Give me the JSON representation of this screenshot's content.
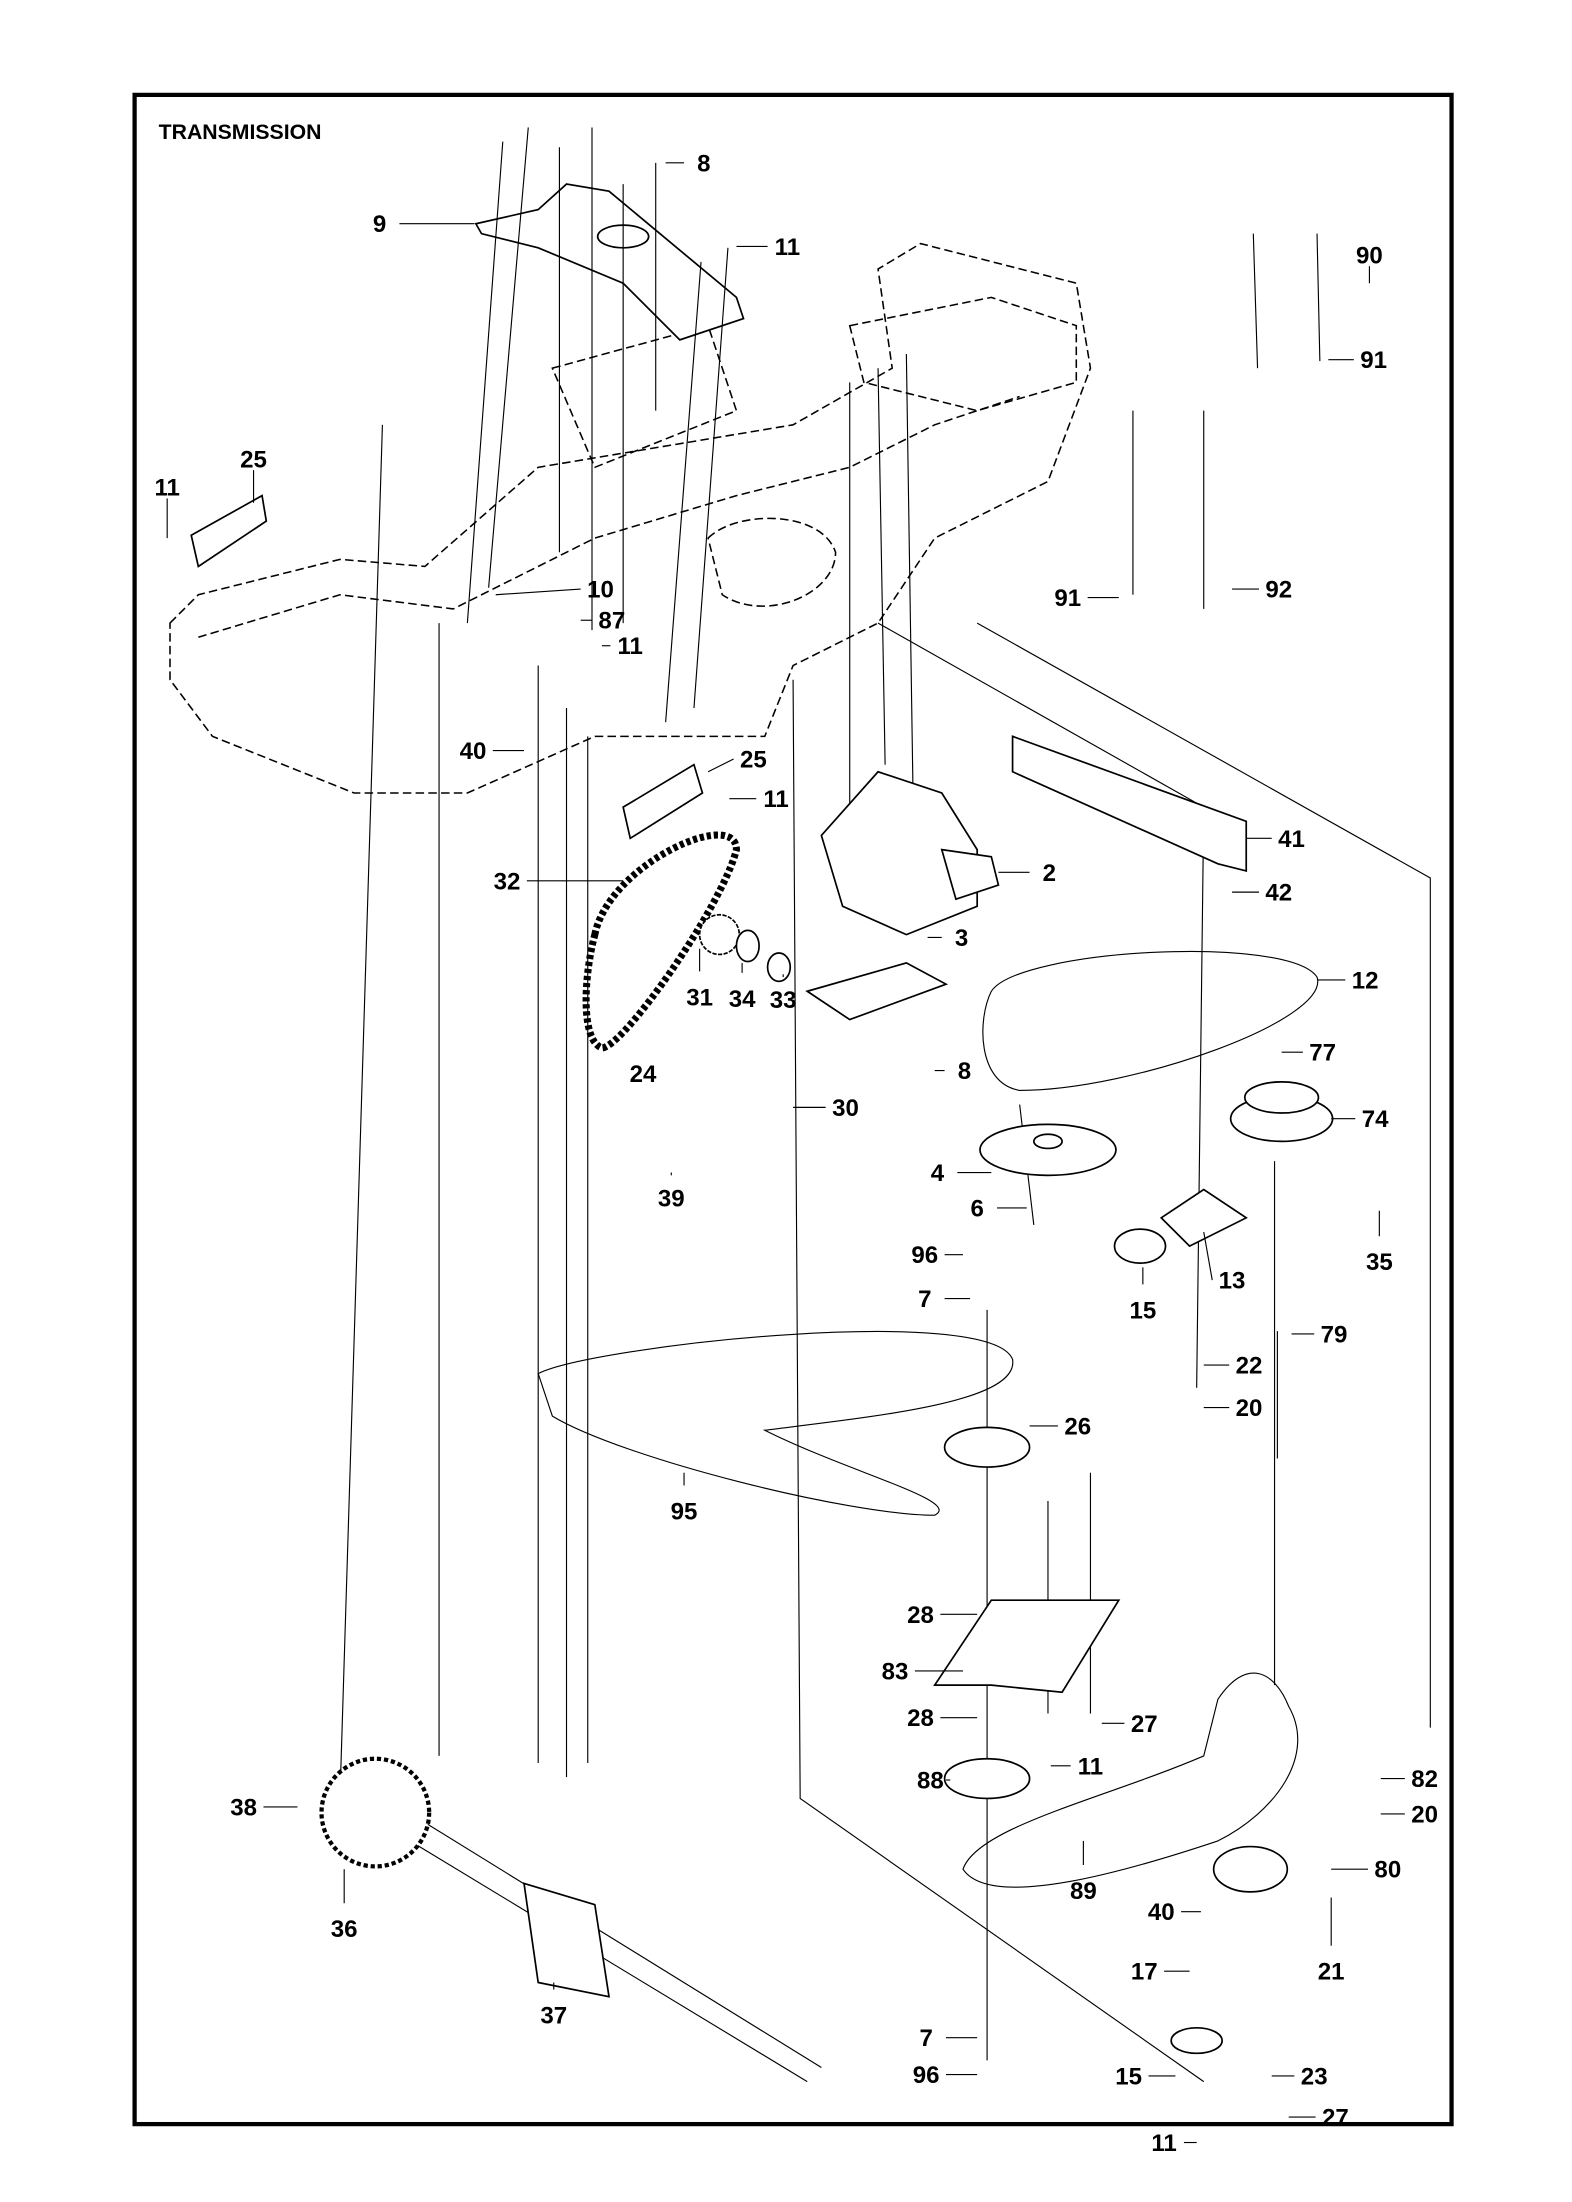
{
  "title": "TRANSMISSION",
  "callouts": [
    "9",
    "8",
    "11",
    "90",
    "91",
    "25",
    "11",
    "10",
    "87",
    "11",
    "91",
    "92",
    "40",
    "25",
    "11",
    "2",
    "41",
    "42",
    "32",
    "3",
    "12",
    "77",
    "31",
    "34",
    "33",
    "24",
    "74",
    "8",
    "30",
    "39",
    "4",
    "6",
    "96",
    "13",
    "35",
    "15",
    "7",
    "79",
    "22",
    "20",
    "26",
    "95",
    "28",
    "83",
    "27",
    "28",
    "11",
    "88",
    "82",
    "38",
    "20",
    "36",
    "80",
    "89",
    "40",
    "21",
    "17",
    "37",
    "7",
    "96",
    "15",
    "23",
    "27",
    "11"
  ]
}
